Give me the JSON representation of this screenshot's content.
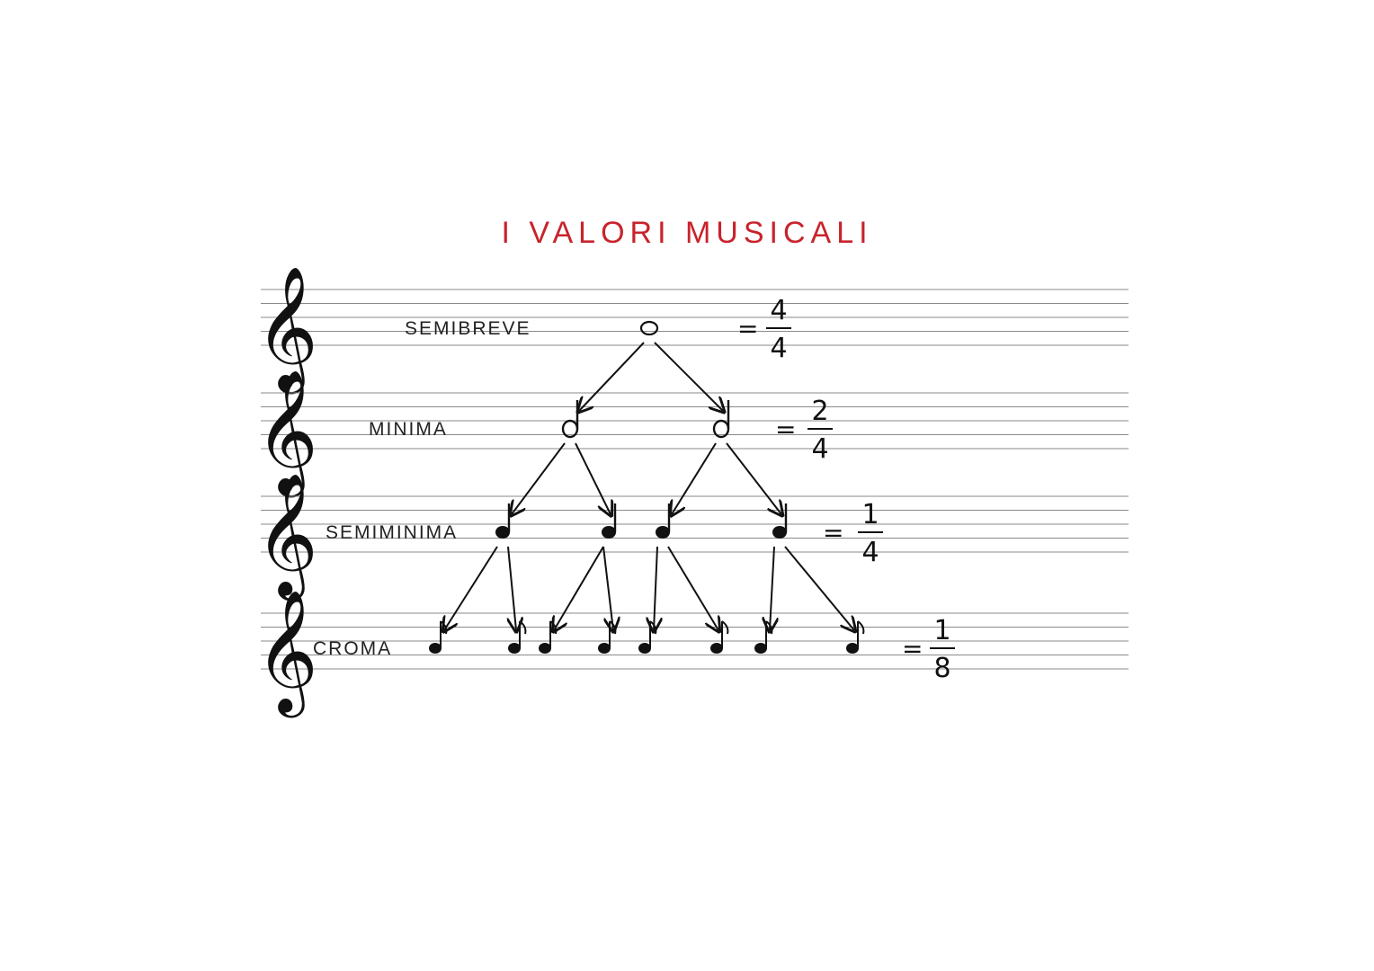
{
  "title": "I VALORI MUSICALI",
  "clef_icon": "treble-clef-icon",
  "rows": [
    {
      "label": "SEMIBREVE",
      "note": "whole-note-icon",
      "count": 1,
      "fraction": {
        "num": "4",
        "den": "4"
      }
    },
    {
      "label": "MINIMA",
      "note": "half-note-icon",
      "count": 2,
      "fraction": {
        "num": "2",
        "den": "4"
      }
    },
    {
      "label": "SEMIMINIMA",
      "note": "quarter-note-icon",
      "count": 4,
      "fraction": {
        "num": "1",
        "den": "4"
      }
    },
    {
      "label": "CROMA",
      "note": "eighth-note-icon",
      "count": 8,
      "fraction": {
        "num": "1",
        "den": "8"
      }
    }
  ],
  "equals_sign": "=",
  "colors": {
    "title": "#c8232c",
    "ink": "#111111",
    "staff": "#8a8a8a"
  }
}
